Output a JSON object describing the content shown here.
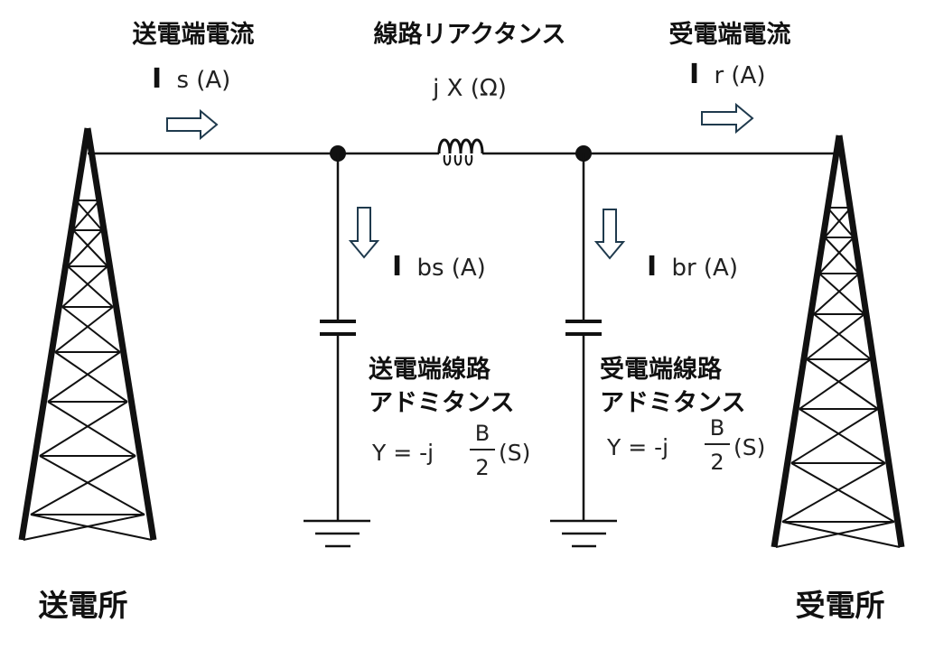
{
  "labels": {
    "send_current_title": "送電端電流",
    "send_current_symbol": "I",
    "send_current_sub": "s (A)",
    "line_reactance_title": "線路リアクタンス",
    "line_reactance_expr": "j X (Ω)",
    "recv_current_title": "受電端電流",
    "recv_current_symbol": "I",
    "recv_current_sub": "r (A)",
    "ibs_symbol": "I",
    "ibs_sub": "bs (A)",
    "ibr_symbol": "I",
    "ibr_sub": "br (A)",
    "send_admittance_line1": "送電端線路",
    "send_admittance_line2": "アドミタンス",
    "recv_admittance_line1": "受電端線路",
    "recv_admittance_line2": "アドミタンス",
    "formula_lhs": "Y = -j",
    "formula_num": "B",
    "formula_den": "2",
    "formula_unit": "(S)",
    "send_station": "送電所",
    "recv_station": "受電所"
  },
  "colors": {
    "line": "#111111",
    "arrow_stroke": "#1f3a4d",
    "arrow_fill": "#ffffff"
  },
  "icons": {
    "left_tower": "transmission-tower-icon",
    "right_tower": "transmission-tower-icon",
    "inductor": "inductor-icon",
    "capacitor": "capacitor-icon",
    "ground": "ground-icon",
    "arrow": "hollow-arrow-icon"
  }
}
